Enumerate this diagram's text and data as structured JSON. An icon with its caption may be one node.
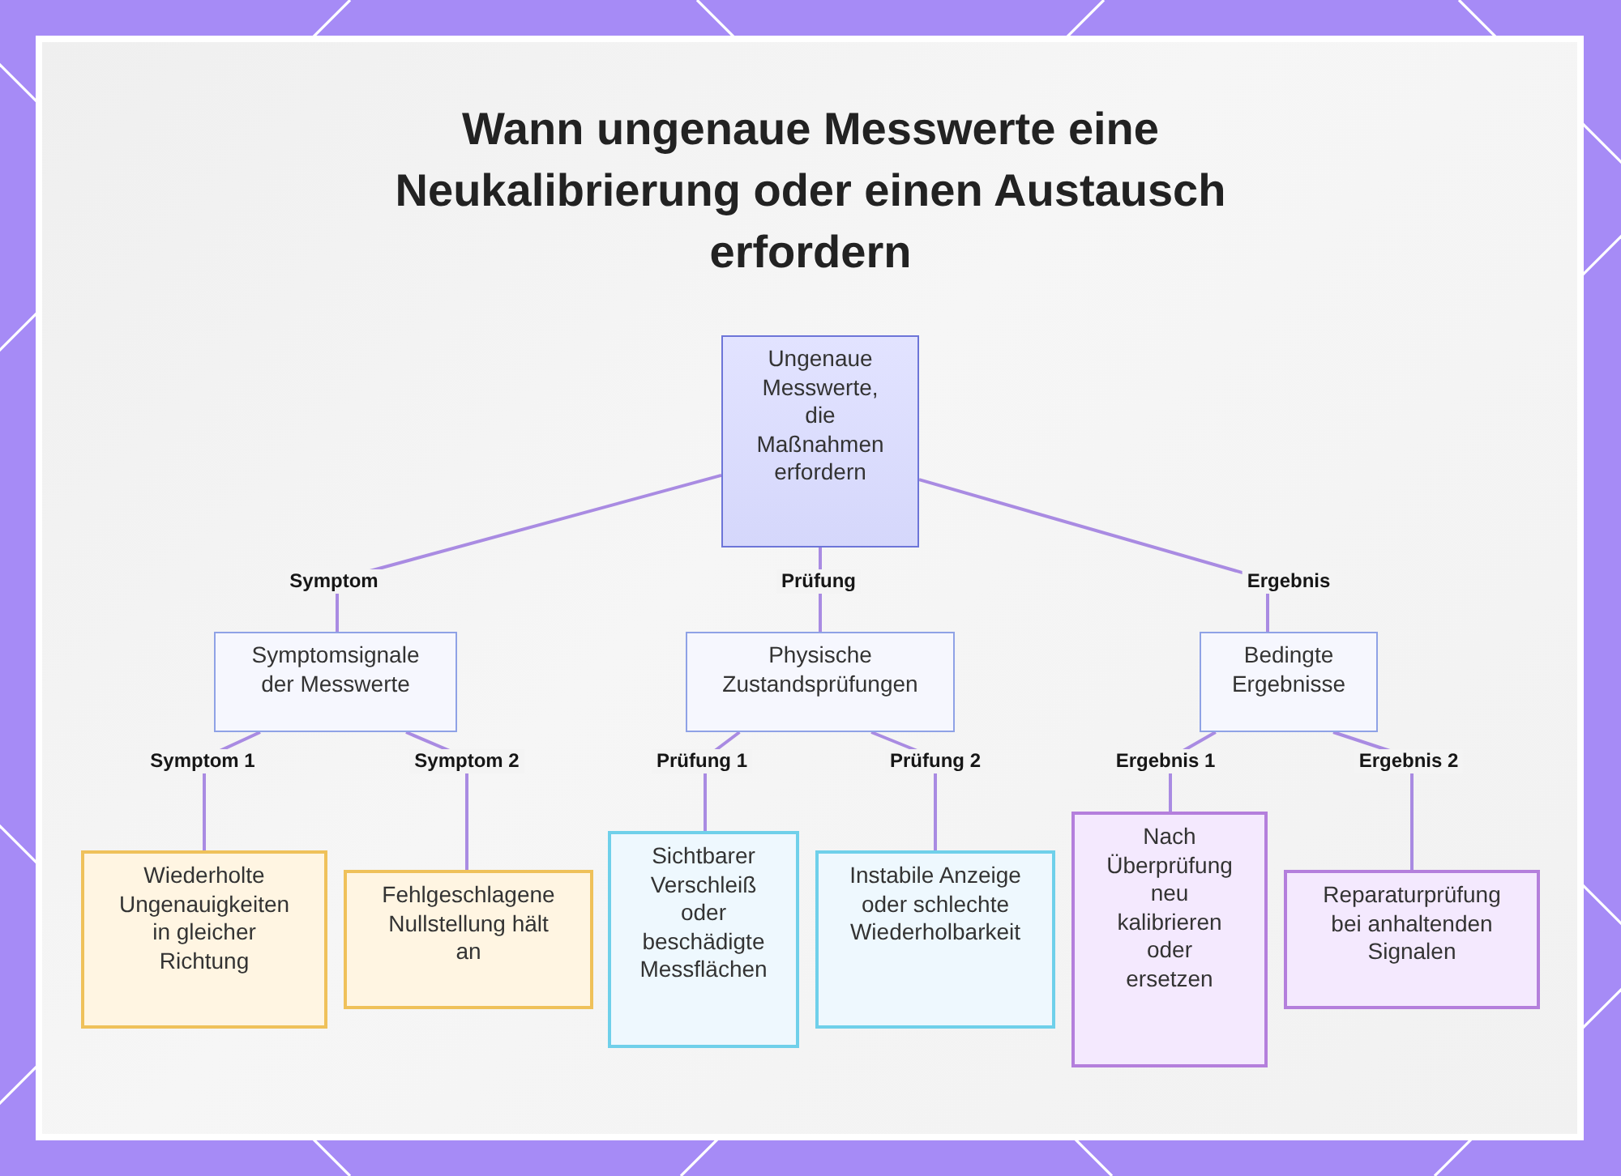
{
  "diagram": {
    "title": "Wann ungenaue Messwerte eine Neukalibrierung oder einen Austausch erfordern",
    "nodes": [
      {
        "text": [
          "Ungenaue Messwerte, die Maßnahmen erfordern"
        ]
      },
      {
        "text": [
          "Symptomsignale der Messwerte"
        ]
      },
      {
        "text": [
          "Physische Zustandsprüfungen"
        ]
      },
      {
        "text": [
          "Bedingte Ergebnisse"
        ]
      },
      {
        "text": [
          "Wiederholte Ungenauigkeiten in gleicher Richtung"
        ]
      },
      {
        "text": [
          "Fehlgeschlagene Nullstellung hält an"
        ]
      },
      {
        "text": [
          "Sichtbarer Verschleiß oder beschädigte Messflächen"
        ]
      },
      {
        "text": [
          "Instabile Anzeige oder schlechte Wiederholbarkeit"
        ]
      },
      {
        "text": [
          "Nach Überprüfung neu kalibrieren oder ersetzen"
        ]
      },
      {
        "text": [
          "Reparaturprüfung bei anhaltenden Signalen"
        ]
      }
    ],
    "edges": [
      {
        "from": 0,
        "to": 1,
        "arrow": "none",
        "label": "Symptom"
      },
      {
        "from": 0,
        "to": 2,
        "arrow": "none",
        "label": "Prüfung"
      },
      {
        "from": 0,
        "to": 3,
        "arrow": "none",
        "label": "Ergebnis"
      },
      {
        "from": 1,
        "to": 4,
        "arrow": "none",
        "label": "Symptom 1"
      },
      {
        "from": 1,
        "to": 5,
        "arrow": "none",
        "label": "Symptom 2"
      },
      {
        "from": 2,
        "to": 6,
        "arrow": "none",
        "label": "Prüfung 1"
      },
      {
        "from": 2,
        "to": 7,
        "arrow": "none",
        "label": "Prüfung 2"
      },
      {
        "from": 3,
        "to": 8,
        "arrow": "none",
        "label": "Ergebnis 1"
      },
      {
        "from": 3,
        "to": 9,
        "arrow": "none",
        "label": "Ergebnis 2"
      }
    ]
  }
}
